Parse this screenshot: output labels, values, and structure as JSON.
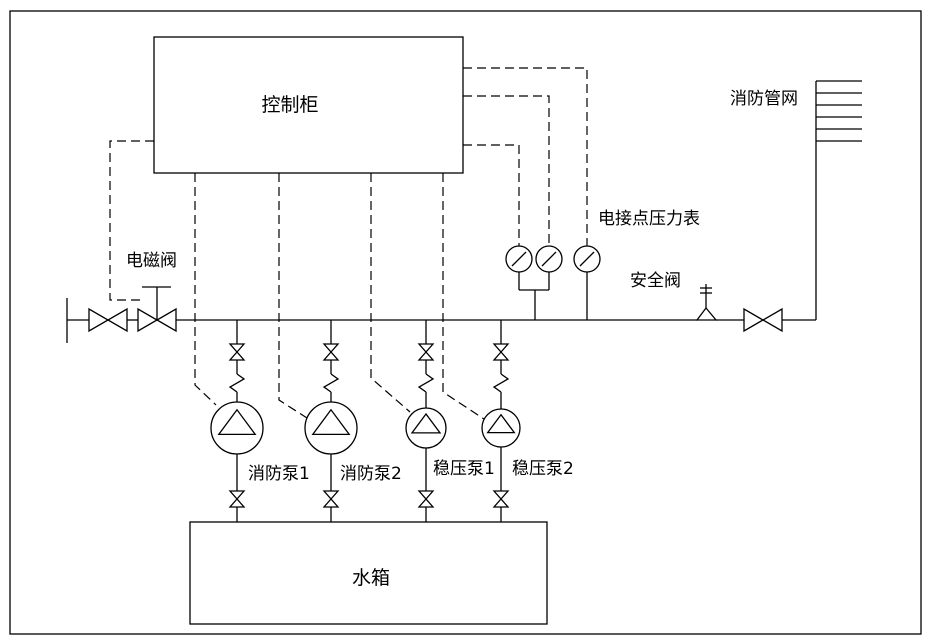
{
  "labels": {
    "control_cabinet": "控制柜",
    "fire_network": "消防管网",
    "pressure_gauges": "电接点压力表",
    "solenoid_valve": "电磁阀",
    "safety_valve": "安全阀",
    "water_tank": "水箱",
    "fire_pump_1": "消防泵1",
    "fire_pump_2": "消防泵2",
    "stab_pump_1": "稳压泵1",
    "stab_pump_2": "稳压泵2"
  },
  "colors": {
    "line": "#000000",
    "background": "#ffffff"
  }
}
